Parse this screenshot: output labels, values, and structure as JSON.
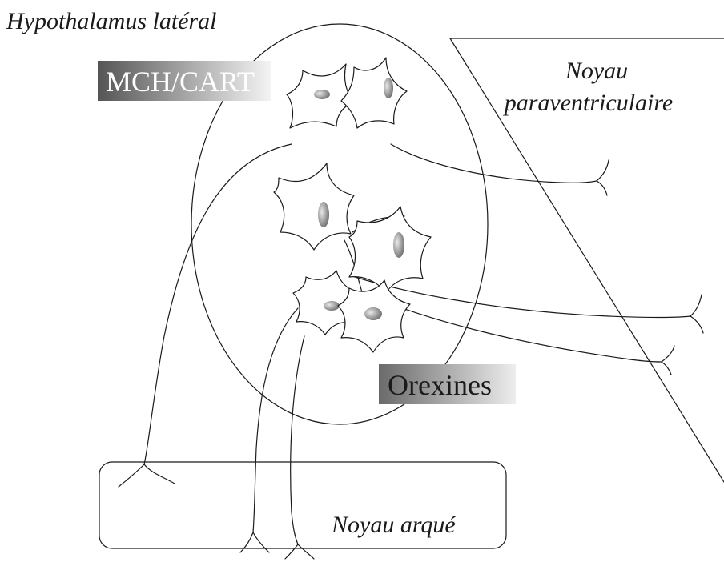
{
  "labels": {
    "lateral_hypothalamus": "Hypothalamus latéral",
    "paraventricular_nucleus_line1": "Noyau",
    "paraventricular_nucleus_line2": "paraventriculaire",
    "arcuate_nucleus": "Noyau arqué",
    "mch_cart": "MCH/CART",
    "orexins": "Orexines"
  },
  "colors": {
    "line": "#1a1a1a",
    "badge_dark": "#555555",
    "badge_light": "#f4f4f4",
    "nucleus_dark": "#6a6a6a",
    "nucleus_light": "#e8e8e8"
  }
}
